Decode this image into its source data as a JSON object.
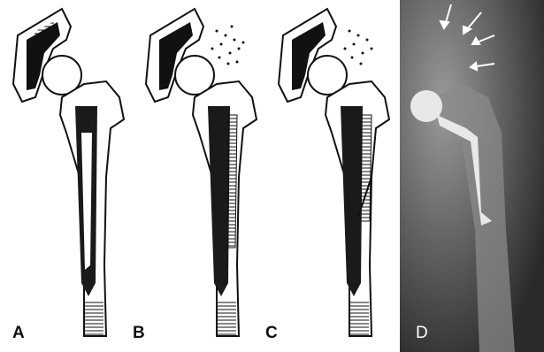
{
  "figure": {
    "panels": [
      {
        "id": "A",
        "label": "A",
        "description_kind": "diagram"
      },
      {
        "id": "B",
        "label": "B",
        "description_kind": "diagram"
      },
      {
        "id": "C",
        "label": "C",
        "description_kind": "diagram"
      },
      {
        "id": "D",
        "label": "D",
        "description_kind": "radiograph"
      }
    ]
  },
  "colors": {
    "ink": "#111111",
    "bone_fill": "#ffffff",
    "stem_fill": "#1a1a1a",
    "radiograph_bg": "#3a3a3a",
    "radiograph_bone": "#8c8c8c",
    "implant": "#e8e8e8",
    "arrow": "#ffffff"
  }
}
